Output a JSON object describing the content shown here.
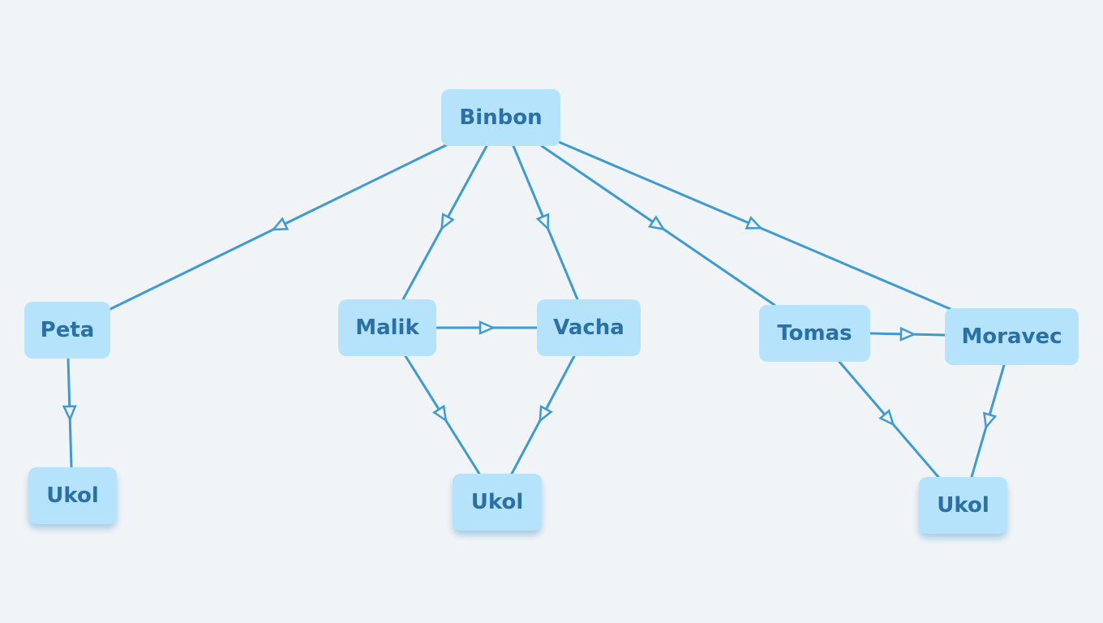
{
  "colors": {
    "background": "#f1f4f7",
    "node_fill": "#b4e3fb",
    "node_text": "#2a6fa6",
    "edge": "#3c9bd3"
  },
  "nodes": [
    {
      "id": "binbon",
      "label": "Binbon"
    },
    {
      "id": "peta",
      "label": "Peta"
    },
    {
      "id": "malik",
      "label": "Malik"
    },
    {
      "id": "vacha",
      "label": "Vacha"
    },
    {
      "id": "tomas",
      "label": "Tomas"
    },
    {
      "id": "moravec",
      "label": "Moravec"
    },
    {
      "id": "ukol1",
      "label": "Ukol"
    },
    {
      "id": "ukol2",
      "label": "Ukol"
    },
    {
      "id": "ukol3",
      "label": "Ukol"
    }
  ],
  "edges": [
    {
      "from": "binbon",
      "to": "peta"
    },
    {
      "from": "binbon",
      "to": "malik"
    },
    {
      "from": "binbon",
      "to": "vacha"
    },
    {
      "from": "binbon",
      "to": "tomas"
    },
    {
      "from": "binbon",
      "to": "moravec"
    },
    {
      "from": "peta",
      "to": "ukol1"
    },
    {
      "from": "malik",
      "to": "vacha"
    },
    {
      "from": "malik",
      "to": "ukol2"
    },
    {
      "from": "vacha",
      "to": "ukol2"
    },
    {
      "from": "tomas",
      "to": "moravec"
    },
    {
      "from": "tomas",
      "to": "ukol3"
    },
    {
      "from": "moravec",
      "to": "ukol3"
    }
  ]
}
